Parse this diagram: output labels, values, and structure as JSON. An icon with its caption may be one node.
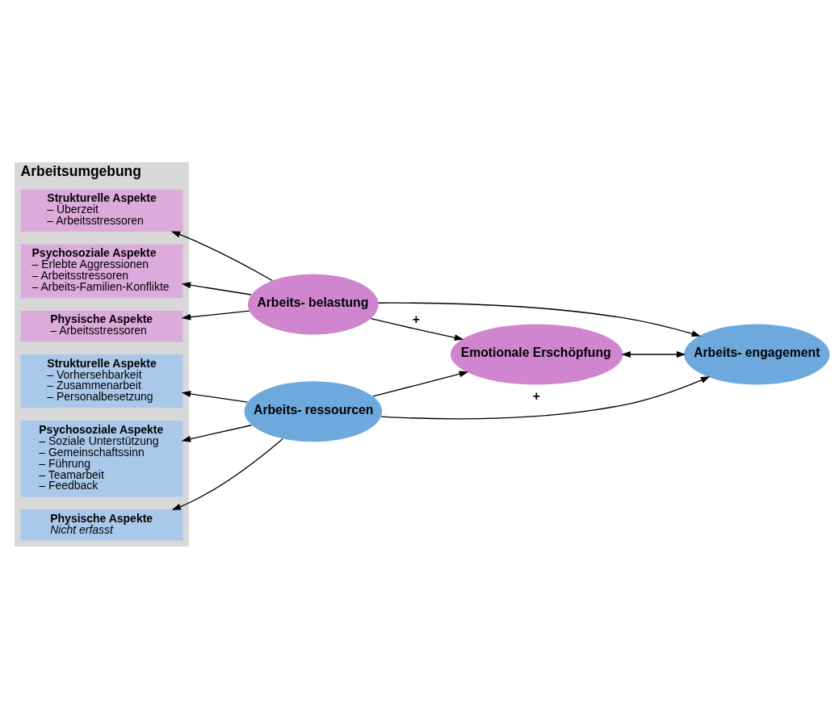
{
  "diagram": {
    "nodes": [
      {
        "text": [
          "Arbeitsumgebung"
        ]
      },
      {
        "text": [
          "Strukturelle Aspekte",
          "– Überzeit",
          "– Arbeitsstressoren"
        ],
        "in": 0
      },
      {
        "text": [
          "Psychosoziale Aspekte",
          "– Erlebte Aggressionen",
          "– Arbeitsstressoren",
          "– Arbeits-Familien-Konflikte"
        ],
        "in": 0
      },
      {
        "text": [
          "Physische Aspekte",
          "– Arbeitsstressoren"
        ],
        "in": 0
      },
      {
        "text": [
          "Strukturelle Aspekte",
          "– Vorhersehbarkeit",
          "– Zusammenarbeit",
          "– Personalbesetzung"
        ],
        "in": 0
      },
      {
        "text": [
          "Psychosoziale Aspekte",
          "– Soziale Unterstützung",
          "– Gemeinschaftssinn",
          "– Führung",
          "– Teamarbeit",
          "– Feedback"
        ],
        "in": 0
      },
      {
        "text": [
          "Physische Aspekte",
          "Nicht erfasst"
        ],
        "in": 0
      },
      {
        "text": [
          "Arbeits- belastung"
        ]
      },
      {
        "text": [
          "Emotionale Erschöpfung"
        ]
      },
      {
        "text": [
          "Arbeits- ressourcen"
        ]
      },
      {
        "text": [
          "Arbeits- engagement"
        ]
      }
    ],
    "edges": [
      {
        "from": 7,
        "to": 1,
        "arrow": "to"
      },
      {
        "from": 7,
        "to": 2,
        "arrow": "to"
      },
      {
        "from": 7,
        "to": 3,
        "arrow": "to"
      },
      {
        "from": 7,
        "to": 8,
        "arrow": "to",
        "label": "+"
      },
      {
        "from": 7,
        "to": 10,
        "arrow": "to"
      },
      {
        "from": 9,
        "to": 8,
        "arrow": "to"
      },
      {
        "from": 9,
        "to": 10,
        "arrow": "to",
        "label": "+"
      },
      {
        "from": 8,
        "to": 10,
        "arrow": "both"
      },
      {
        "from": 9,
        "to": 4,
        "arrow": "to"
      },
      {
        "from": 9,
        "to": 5,
        "arrow": "to"
      },
      {
        "from": 9,
        "to": 6,
        "arrow": "to"
      }
    ]
  }
}
